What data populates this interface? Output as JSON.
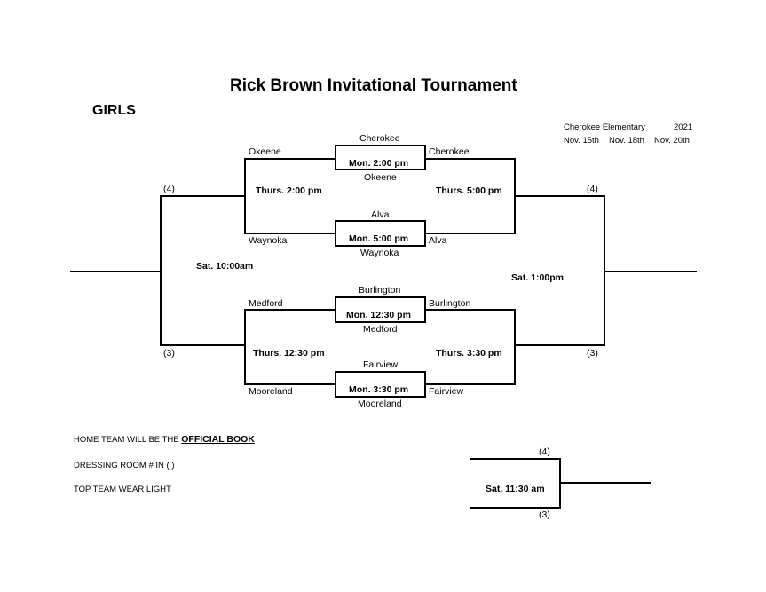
{
  "title": "Rick Brown Invitational Tournament",
  "division": "GIRLS",
  "header_info": {
    "site": "Cherokee Elementary",
    "year": "2021",
    "dates": [
      "Nov. 15th",
      "Nov. 18th",
      "Nov. 20th"
    ]
  },
  "first_round": [
    {
      "top": "Cherokee",
      "time": "Mon. 2:00 pm",
      "bottom": "Okeene"
    },
    {
      "top": "Alva",
      "time": "Mon. 5:00 pm",
      "bottom": "Waynoka"
    },
    {
      "top": "Burlington",
      "time": "Mon. 12:30 pm",
      "bottom": "Medford"
    },
    {
      "top": "Fairview",
      "time": "Mon. 3:30 pm",
      "bottom": "Mooreland"
    }
  ],
  "left_side": {
    "teams": [
      "Okeene",
      "Waynoka",
      "Medford",
      "Mooreland"
    ],
    "semis": [
      "Thurs. 2:00 pm",
      "Thurs. 12:30 pm"
    ],
    "final_time": "Sat. 10:00am",
    "seeds": [
      "(4)",
      "(3)"
    ]
  },
  "right_side": {
    "teams": [
      "Cherokee",
      "Alva",
      "Burlington",
      "Fairview"
    ],
    "semis": [
      "Thurs. 5:00 pm",
      "Thurs. 3:30 pm"
    ],
    "final_time": "Sat. 1:00pm",
    "seeds": [
      "(4)",
      "(3)"
    ]
  },
  "notes": {
    "home_team_prefix": "HOME TEAM WILL BE THE",
    "home_team_emph": "OFFICIAL BOOK",
    "dressing_room": "DRESSING ROOM # IN (  )",
    "top_team": "TOP TEAM WEAR LIGHT"
  },
  "consolation": {
    "time": "Sat. 11:30 am",
    "seeds": [
      "(4)",
      "(3)"
    ]
  }
}
